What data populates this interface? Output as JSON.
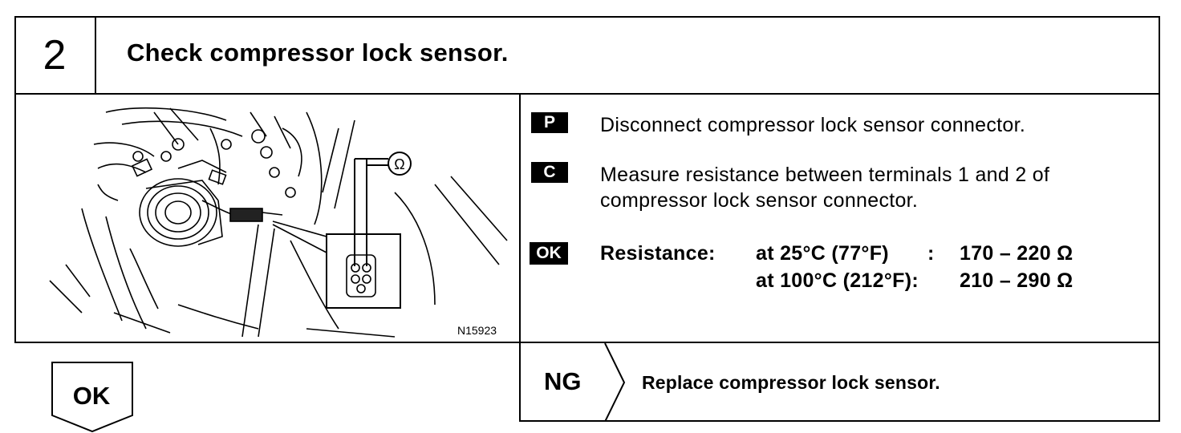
{
  "step": {
    "number": "2",
    "title": "Check compressor lock sensor."
  },
  "figure": {
    "code": "N15923",
    "meter_symbol": "Ω"
  },
  "instructions": {
    "p": {
      "badge": "P",
      "text": "Disconnect compressor lock sensor connector."
    },
    "c": {
      "badge": "C",
      "line1": "Measure resistance between terminals 1 and 2 of",
      "line2": "compressor lock sensor connector."
    },
    "ok": {
      "badge": "OK",
      "label": "Resistance:",
      "row1_condition": "at 25°C (77°F)",
      "row1_sep": ":",
      "row1_value": "170 – 220 Ω",
      "row2_condition": "at 100°C (212°F):",
      "row2_value": "210 – 290 Ω"
    }
  },
  "result_ok": {
    "label": "OK"
  },
  "result_ng": {
    "label": "NG",
    "action": "Replace compressor lock sensor."
  }
}
